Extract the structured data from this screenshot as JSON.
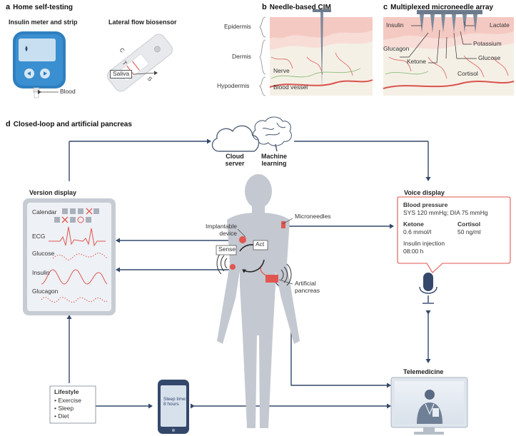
{
  "panel_a": {
    "letter": "a",
    "title": "Home self-testing",
    "meter_title": "Insulin meter and strip",
    "lfa_title": "Lateral flow biosensor",
    "blood": "Blood",
    "saliva": "Saliva",
    "strip_c": "C",
    "strip_t": "T",
    "strip_s": "S"
  },
  "panel_b": {
    "letter": "b",
    "title": "Needle-based CIM",
    "epidermis": "Epidermis",
    "dermis": "Dermis",
    "hypodermis": "Hypodermis",
    "nerve": "Nerve",
    "blood_vessel": "Blood vessel"
  },
  "panel_c": {
    "letter": "c",
    "title": "Multiplexed microneedle array",
    "insulin": "Insulin",
    "lactate": "Lactate",
    "potassium": "Potassium",
    "glucagon": "Glucagon",
    "glucose": "Glucose",
    "ketone": "Ketone",
    "cortisol": "Cortisol"
  },
  "panel_d": {
    "letter": "d",
    "title": "Closed-loop and artificial pancreas",
    "cloud_line1": "Cloud",
    "cloud_line2": "server",
    "ml_line1": "Machine",
    "ml_line2": "learning",
    "version_display": "Version display",
    "tablet": {
      "calendar": "Calendar",
      "ecg": "ECG",
      "glucose": "Glucose",
      "insulin": "Insulin",
      "glucagon": "Glucagon"
    },
    "implantable_line1": "Implantable",
    "implantable_line2": "device",
    "microneedles": "Microneedles",
    "sense": "Sense",
    "act": "Act",
    "artificial_line1": "Artificial",
    "artificial_line2": "pancreas",
    "voice_display": "Voice display",
    "voice": {
      "bp_title": "Blood pressure",
      "bp_value": "SYS 120 mmHg; DIA 75 mmHg",
      "ketone_title": "Ketone",
      "ketone_value": "0.6 mmol/l",
      "cortisol_title": "Cortisol",
      "cortisol_value": "50 ng/ml",
      "insulin_title": "Insulin injection",
      "insulin_value": "08:00 h"
    },
    "lifestyle": {
      "title": "Lifestyle",
      "items": [
        "Exercise",
        "Sleep",
        "Diet"
      ]
    },
    "phone_line1": "Sleep time:",
    "phone_line2": "8 hours",
    "telemedicine": "Telemedicine"
  },
  "colors": {
    "meter_blue": "#2f7fc0",
    "skin_pink": "#f4c9c2",
    "vessel_red": "#d9534f",
    "body_grey": "#c4c8d0",
    "arrow_navy": "#34486b",
    "accent_red": "#e0574f"
  }
}
